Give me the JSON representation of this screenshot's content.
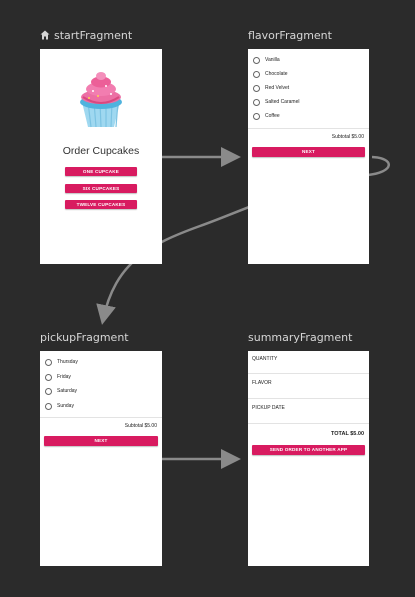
{
  "fragments": {
    "start": {
      "title": "startFragment",
      "heading": "Order Cupcakes",
      "buttons": [
        "ONE CUPCAKE",
        "SIX CUPCAKES",
        "TWELVE CUPCAKES"
      ]
    },
    "flavor": {
      "title": "flavorFragment",
      "options": [
        "Vanilla",
        "Chocolate",
        "Red Velvet",
        "Salted Caramel",
        "Coffee"
      ],
      "subtotal": "Subtotal $5.00",
      "next": "NEXT"
    },
    "pickup": {
      "title": "pickupFragment",
      "options": [
        "Thursday",
        "Friday",
        "Saturday",
        "Sunday"
      ],
      "subtotal": "Subtotal $5.00",
      "next": "NEXT"
    },
    "summary": {
      "title": "summaryFragment",
      "fields": [
        "QUANTITY",
        "FLAVOR",
        "PICKUP DATE"
      ],
      "total": "TOTAL $5.00",
      "send": "SEND ORDER TO ANOTHER APP"
    }
  },
  "icons": {
    "start_destination": "home-icon",
    "cupcake": "cupcake-icon"
  },
  "colors": {
    "background": "#2b2b2b",
    "accent": "#d81b60",
    "arrow": "#8a8a8a",
    "title_text": "#d6d6d6"
  }
}
